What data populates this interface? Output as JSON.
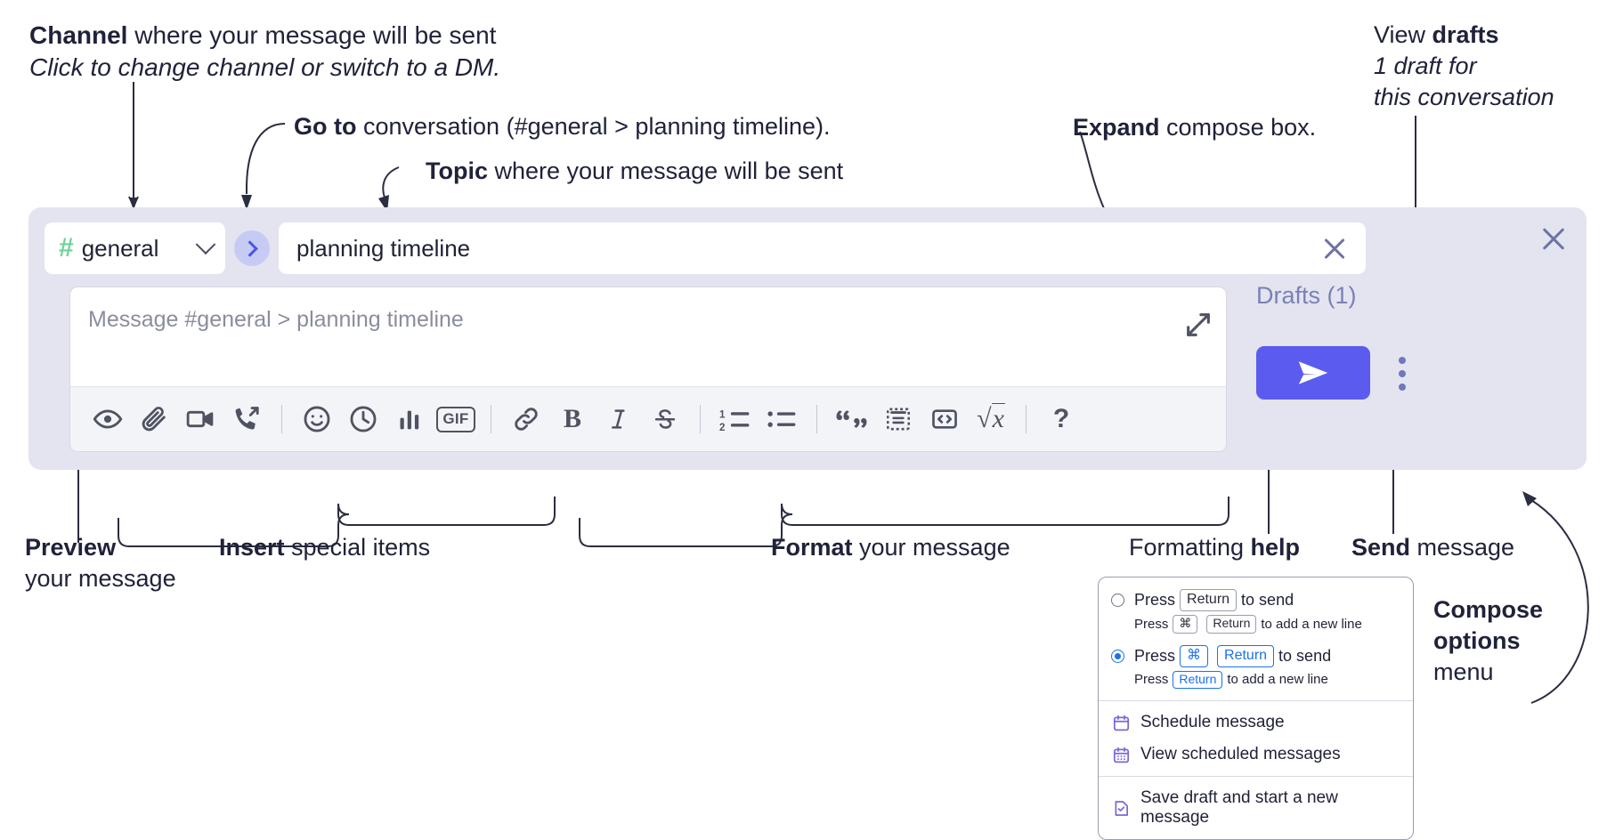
{
  "annotations": {
    "channel": {
      "line1_bold": "Channel",
      "line1_rest": " where your message will be sent",
      "line2_italic": "Click to change channel or switch to a DM."
    },
    "goto": {
      "bold": "Go to",
      "rest": " conversation (#general > planning timeline)."
    },
    "topic": {
      "bold": "Topic",
      "rest": " where your message will be sent"
    },
    "expand": {
      "bold": "Expand",
      "rest": " compose box."
    },
    "drafts": {
      "line1_plain": "View ",
      "line1_bold": "drafts",
      "line2_italic": "1 draft for",
      "line3_italic": "this conversation"
    },
    "preview": {
      "bold": "Preview",
      "line2": "your message"
    },
    "insert": {
      "bold": "Insert",
      "rest": " special items"
    },
    "format": {
      "bold": "Format",
      "rest": " your message"
    },
    "formatting_help": {
      "plain": "Formatting ",
      "bold": "help"
    },
    "send": {
      "bold": "Send",
      "rest": " message"
    },
    "compose_options": {
      "line1": "Compose",
      "line2": "options",
      "line3": "menu"
    }
  },
  "compose": {
    "channel": {
      "hash": "#",
      "name": "general",
      "chevron_icon": "chevron-down-icon"
    },
    "goto_button": {
      "icon": "chevron-right-icon"
    },
    "topic": {
      "value": "planning timeline",
      "clear_icon": "close-icon"
    },
    "message": {
      "placeholder": "Message #general > planning timeline"
    },
    "expand_icon": "expand-diagonal-icon",
    "drafts_label": "Drafts (1)",
    "send_icon": "send-paper-plane-icon",
    "options_icon": "kebab-menu-icon",
    "close_icon": "close-icon",
    "toolbar": [
      {
        "name": "preview-button",
        "icon": "eye-icon",
        "label": "Preview"
      },
      {
        "name": "attach-button",
        "icon": "paperclip-icon",
        "label": "Attach file"
      },
      {
        "name": "video-button",
        "icon": "video-camera-icon",
        "label": "Record video"
      },
      {
        "name": "call-button",
        "icon": "phone-outgoing-icon",
        "label": "Start call"
      },
      {
        "name": "separator-1",
        "icon": "separator",
        "label": ""
      },
      {
        "name": "emoji-button",
        "icon": "smiley-icon",
        "label": "Emoji"
      },
      {
        "name": "reminder-button",
        "icon": "clock-icon",
        "label": "Reminder"
      },
      {
        "name": "poll-button",
        "icon": "bar-chart-icon",
        "label": "Poll"
      },
      {
        "name": "gif-button",
        "icon": "gif-icon",
        "label": "GIF"
      },
      {
        "name": "separator-2",
        "icon": "separator",
        "label": ""
      },
      {
        "name": "link-button",
        "icon": "link-icon",
        "label": "Link"
      },
      {
        "name": "bold-button",
        "icon": "bold-icon",
        "label": "Bold"
      },
      {
        "name": "italic-button",
        "icon": "italic-icon",
        "label": "Italic"
      },
      {
        "name": "strikethrough-button",
        "icon": "strikethrough-icon",
        "label": "Strikethrough"
      },
      {
        "name": "separator-3",
        "icon": "separator",
        "label": ""
      },
      {
        "name": "ordered-list-button",
        "icon": "ordered-list-icon",
        "label": "Ordered list"
      },
      {
        "name": "bullet-list-button",
        "icon": "bullet-list-icon",
        "label": "Bulleted list"
      },
      {
        "name": "separator-4",
        "icon": "separator",
        "label": ""
      },
      {
        "name": "blockquote-button",
        "icon": "quote-icon",
        "label": "Blockquote"
      },
      {
        "name": "code-block-button",
        "icon": "code-block-icon",
        "label": "Code block"
      },
      {
        "name": "code-button",
        "icon": "code-brackets-icon",
        "label": "Code"
      },
      {
        "name": "math-button",
        "icon": "math-sqrt-icon",
        "label": "Math"
      },
      {
        "name": "separator-5",
        "icon": "separator",
        "label": ""
      },
      {
        "name": "help-button",
        "icon": "question-mark-icon",
        "label": "Formatting help"
      }
    ]
  },
  "options_menu": {
    "send_options": [
      {
        "selected": false,
        "main": {
          "press": "Press",
          "key1": "Return",
          "tail": "to send"
        },
        "sub": {
          "press": "Press",
          "key1": "⌘",
          "key2": "Return",
          "tail": "to add a new line"
        }
      },
      {
        "selected": true,
        "main": {
          "press": "Press",
          "key1": "⌘",
          "key2": "Return",
          "tail": "to send"
        },
        "sub": {
          "press": "Press",
          "key1": "Return",
          "tail": "to add a new line"
        }
      }
    ],
    "items": [
      {
        "label": "Schedule message",
        "icon": "calendar-clock-icon"
      },
      {
        "label": "View scheduled messages",
        "icon": "calendar-grid-icon"
      },
      {
        "label": "Save draft and start a new message",
        "icon": "document-check-icon"
      }
    ]
  },
  "colors": {
    "panel_bg": "#e3e4f0",
    "accent_send": "#5b5bef",
    "channel_hash_green": "#6fd39a",
    "goto_blue": "#4856e8",
    "drafts_text": "#7b80b6",
    "radio_blue": "#1a73e8",
    "menu_icon_purple": "#7b68d4",
    "annotation_text": "#20223a",
    "toolbar_icon": "#4f5361"
  }
}
